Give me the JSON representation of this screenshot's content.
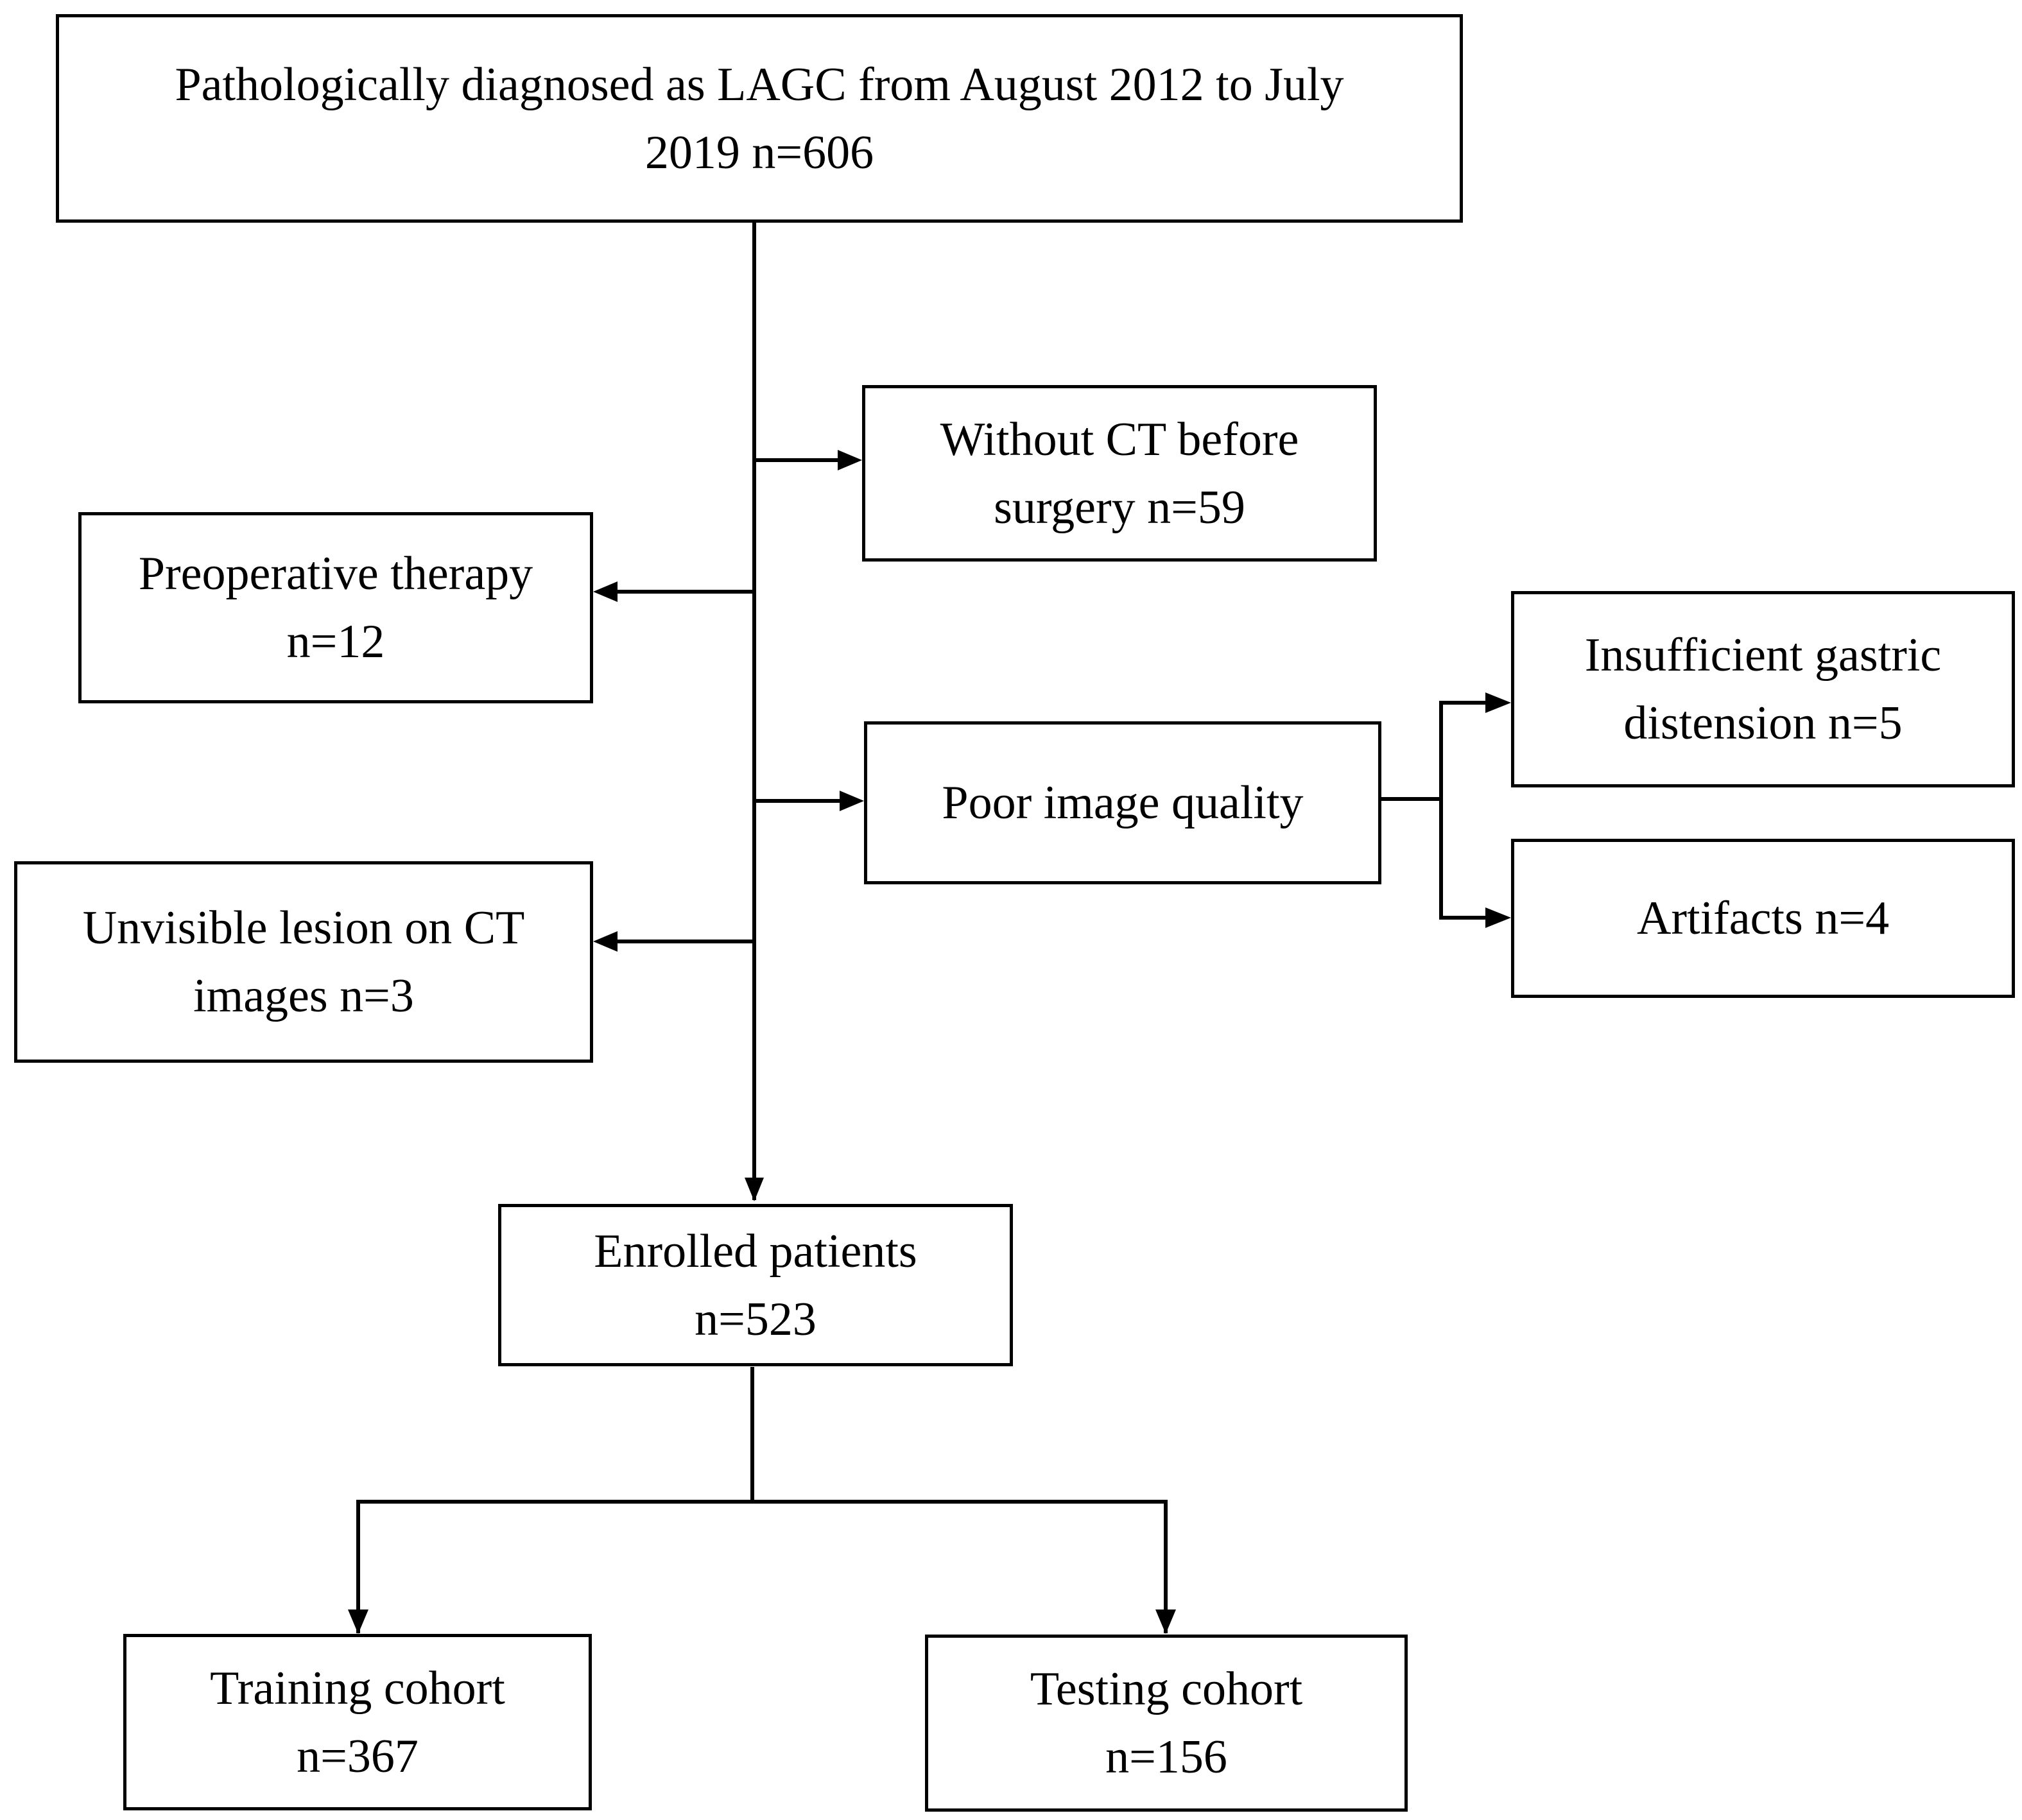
{
  "flowchart": {
    "source": {
      "line1": "Pathologically diagnosed as LAGC from August 2012 to July",
      "line2": "2019 n=606"
    },
    "excl_no_ct": {
      "line1": "Without CT before",
      "line2": "surgery n=59"
    },
    "excl_preop": {
      "line1": "Preoperative therapy",
      "line2": "n=12"
    },
    "excl_poor_quality": {
      "line1": "Poor image quality"
    },
    "excl_distension": {
      "line1": "Insufficient gastric",
      "line2": "distension n=5"
    },
    "excl_artifacts": {
      "line1": "Artifacts n=4"
    },
    "excl_unvisible": {
      "line1": "Unvisible lesion on CT",
      "line2": "images n=3"
    },
    "enrolled": {
      "line1": "Enrolled patients",
      "line2": "n=523"
    },
    "training": {
      "line1": "Training cohort",
      "line2": "n=367"
    },
    "testing": {
      "line1": "Testing cohort",
      "line2": "n=156"
    }
  },
  "colors": {
    "stroke": "#000000",
    "background": "#ffffff"
  }
}
